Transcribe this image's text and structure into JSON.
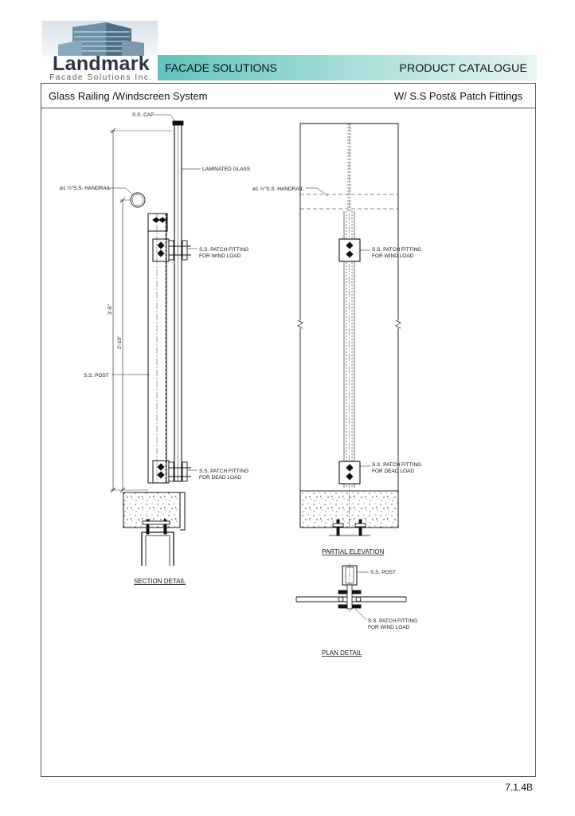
{
  "logo": {
    "name": "Landmark",
    "sub": "Facade Solutions Inc."
  },
  "header": {
    "section": "FACADE SOLUTIONS",
    "catalogue": "PRODUCT  CATALOGUE"
  },
  "titles": {
    "system": "Glass Railing /Windscreen System",
    "variant": "W/ S.S Post& Patch Fittings"
  },
  "section_detail": {
    "caption": "SECTION DETAIL",
    "labels": {
      "cap": "S.S. CAP",
      "glass": "LAMINATED GLASS",
      "handrail": "ø1 ½\"S.S. HANDRAIL",
      "patch_wind": [
        "S.S. PATCH FITTING",
        "FOR WIND LOAD"
      ],
      "post": "S.S. POST",
      "patch_dead": [
        "S.S. PATCH FITTING",
        "FOR DEAD LOAD"
      ],
      "dim_total": "3'-6\"",
      "dim_post": "2'-10\""
    }
  },
  "partial_elevation": {
    "caption": "PARTIAL ELEVATION",
    "labels": {
      "handrail": "ø1 ½\"S.S. HANDRAIL",
      "patch_wind": [
        "S.S. PATCH FITTING",
        "FOR WIND LOAD"
      ],
      "patch_dead": [
        "S.S. PATCH FITTING",
        "FOR DEAD LOAD"
      ]
    }
  },
  "plan_detail": {
    "caption": "PLAN DETAIL",
    "labels": {
      "post": "S.S. POST",
      "patch_wind": [
        "S.S. PATCH FITTING",
        "FOR WIND LOAD"
      ]
    }
  },
  "page_number": "7.1.4B"
}
